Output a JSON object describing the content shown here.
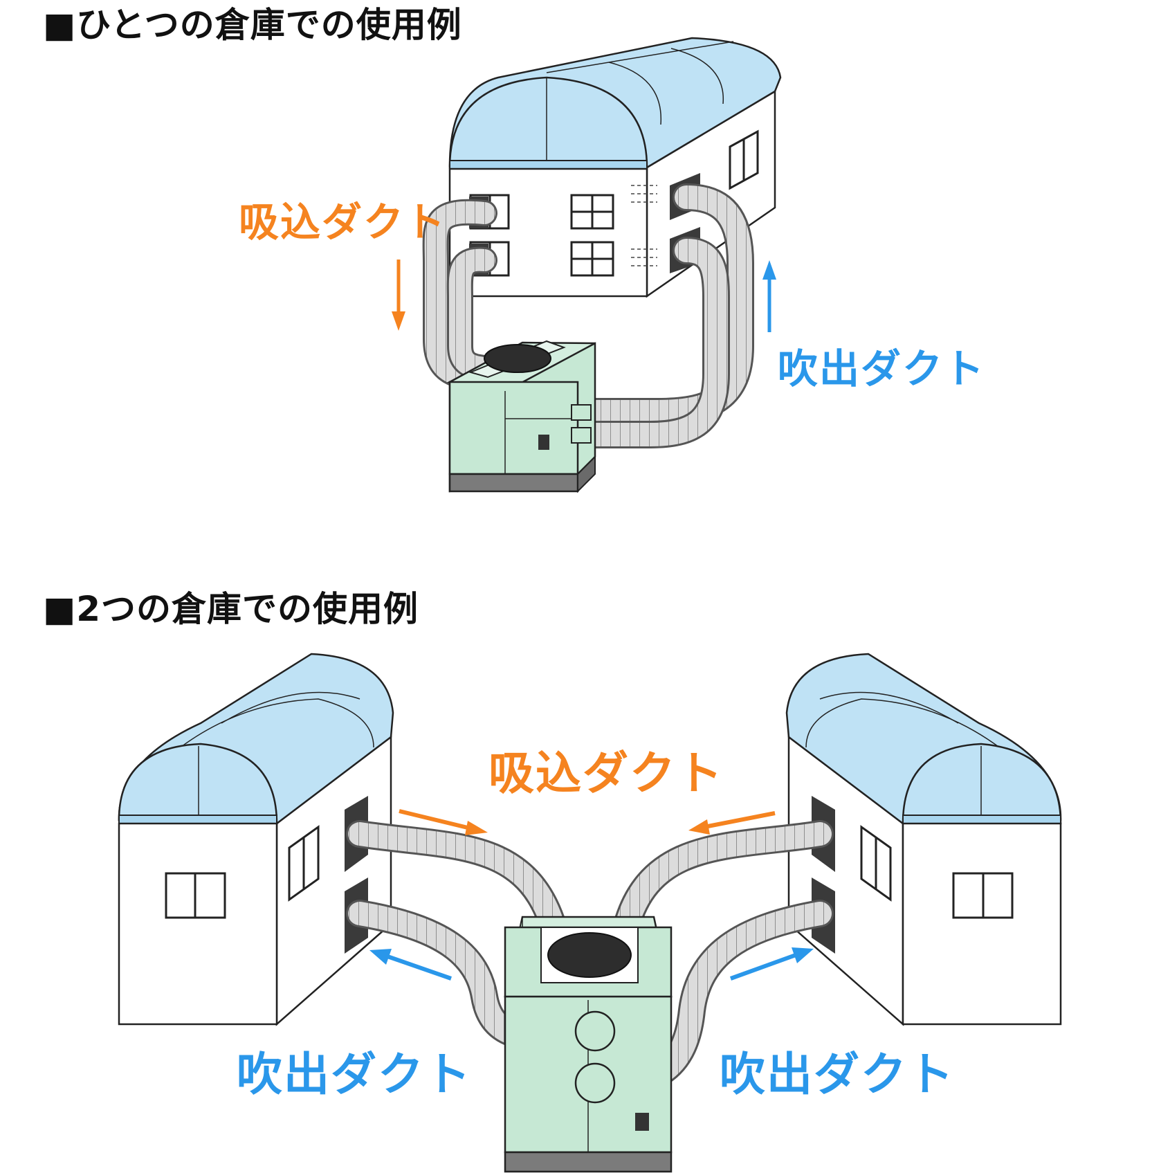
{
  "section1": {
    "heading": "■ひとつの倉庫での使用例",
    "intake_label": "吸込ダクト",
    "outlet_label": "吹出ダクト"
  },
  "section2": {
    "heading": "■2つの倉庫での使用例",
    "intake_label": "吸込ダクト",
    "outlet_label_left": "吹出ダクト",
    "outlet_label_right": "吹出ダクト"
  },
  "colors": {
    "intake": "#f5831f",
    "outlet": "#2a97ea",
    "roof": "#bfe2f5",
    "unit": "#c6e8d4",
    "duct": "#d9d9d9"
  }
}
